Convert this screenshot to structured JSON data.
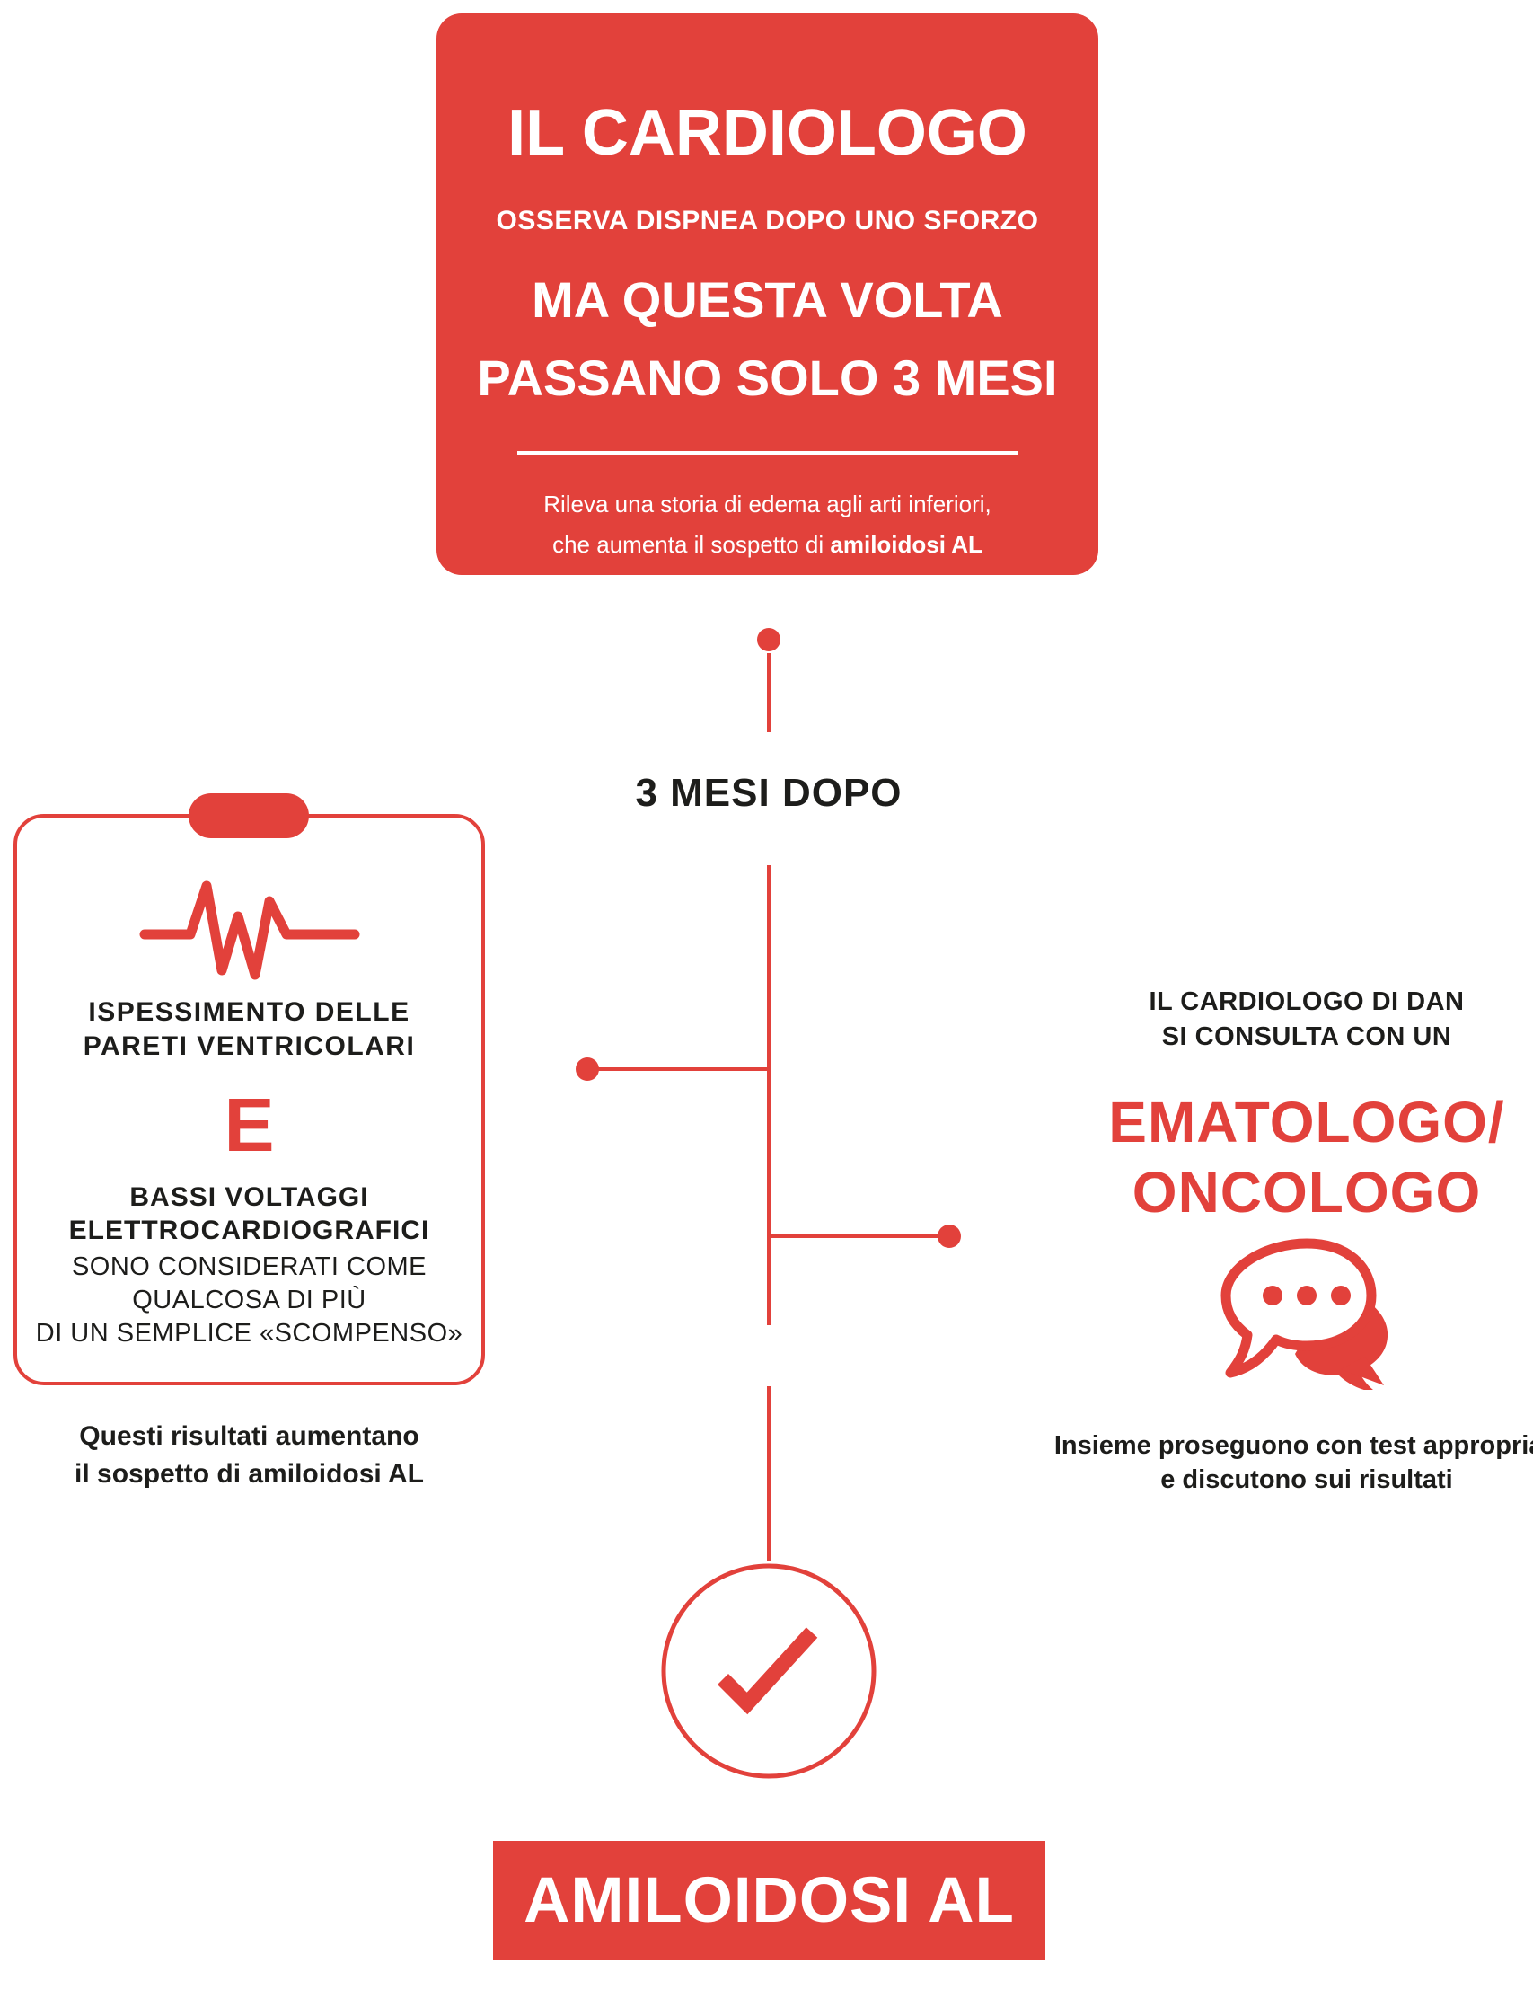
{
  "colors": {
    "accent_red": "#e2413b",
    "text_dark": "#1d1d1b",
    "white": "#ffffff"
  },
  "header_card": {
    "title": "IL CARDIOLOGO",
    "subtitle": "OSSERVA DISPNEA DOPO UNO SFORZO",
    "headline_line1": "MA QUESTA VOLTA",
    "headline_line2": "PASSANO SOLO 3 MESI",
    "body_line1": "Rileva una storia di edema agli arti inferiori,",
    "body_line2_prefix": "che aumenta il sospetto di ",
    "body_line2_bold": "amiloidosi AL"
  },
  "timeline": {
    "label": "3 MESI DOPO"
  },
  "ecg_card": {
    "icon": "ecg-heartbeat-icon",
    "heading_line1": "ISPESSIMENTO DELLE",
    "heading_line2": "PARETI VENTRICOLARI",
    "conjunction": "E",
    "subheading_line1": "BASSI VOLTAGGI",
    "subheading_line2": "ELETTROCARDIOGRAFICI",
    "body_line1": "SONO CONSIDERATI COME",
    "body_line2": "QUALCOSA DI PIÙ",
    "body_line3": "DI UN SEMPLICE «SCOMPENSO»",
    "caption_line1": "Questi risultati aumentano",
    "caption_line2": "il sospetto di amiloidosi AL"
  },
  "consult": {
    "intro_line1": "IL CARDIOLOGO DI DAN",
    "intro_line2": "SI CONSULTA CON UN",
    "specialist_line1": "EMATOLOGO/",
    "specialist_line2": "ONCOLOGO",
    "icon": "speech-bubbles-icon",
    "caption_line1": "Insieme proseguono con test appropriati",
    "caption_line2": "e discutono sui risultati"
  },
  "result": {
    "icon": "checkmark-icon",
    "banner_label": "AMILOIDOSI AL"
  }
}
